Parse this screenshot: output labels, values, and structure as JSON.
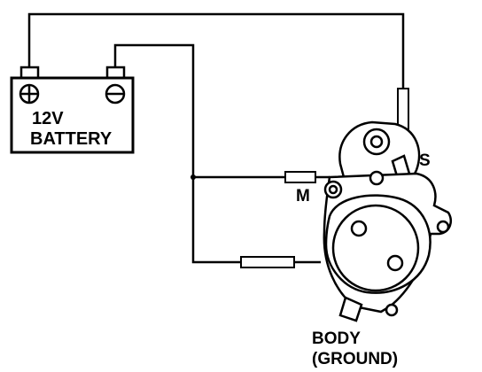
{
  "battery": {
    "voltage_label": "12V",
    "name_label": "BATTERY",
    "positive_symbol": "plus-terminal-icon",
    "negative_symbol": "minus-terminal-icon"
  },
  "terminals": {
    "s_label": "S",
    "m_label": "M"
  },
  "ground": {
    "line1": "BODY",
    "line2": "(GROUND)"
  }
}
